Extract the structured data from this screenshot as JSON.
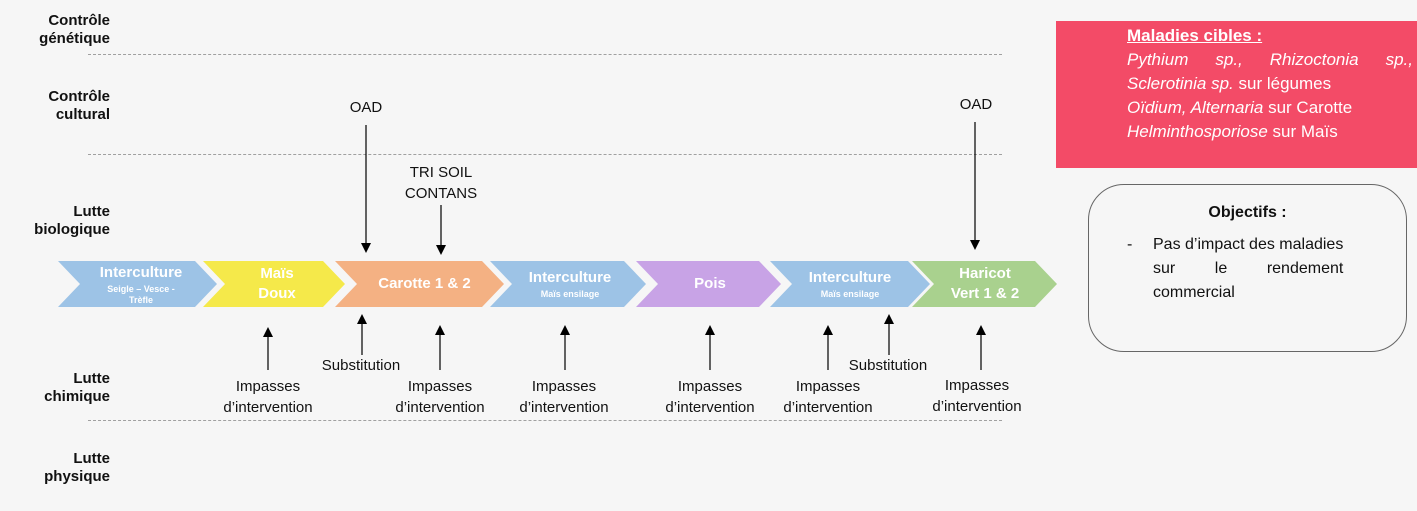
{
  "rows": [
    {
      "line1": "Contrôle",
      "line2": "génétique"
    },
    {
      "line1": "Contrôle",
      "line2": "cultural"
    },
    {
      "line1": "Lutte",
      "line2": "biologique"
    },
    {
      "line1": "Lutte",
      "line2": "chimique"
    },
    {
      "line1": "Lutte",
      "line2": "physique"
    }
  ],
  "colors": {
    "interculture": "#9dc3e6",
    "mais_doux": "#f5e94a",
    "carotte": "#f4b183",
    "pois": "#c8a3e6",
    "haricot": "#a9d18e",
    "maladies_bg": "#f34b67"
  },
  "chevrons": [
    {
      "main": "Interculture",
      "sub1": "Seigle – Vesce -",
      "sub2": "Trèfle",
      "color": "#9dc3e6"
    },
    {
      "main": "Maïs",
      "main2": "Doux",
      "color": "#f5e94a"
    },
    {
      "main": "Carotte 1 & 2",
      "color": "#f4b183"
    },
    {
      "main": "Interculture",
      "sub1": "Maïs ensilage",
      "color": "#9dc3e6"
    },
    {
      "main": "Pois",
      "color": "#c8a3e6"
    },
    {
      "main": "Interculture",
      "sub1": "Maïs ensilage",
      "color": "#9dc3e6"
    },
    {
      "main": "Haricot",
      "main2": "Vert 1 & 2",
      "color": "#a9d18e"
    }
  ],
  "top_labels": {
    "oad_left": "OAD",
    "oad_right": "OAD",
    "tri_line1": "TRI SOIL",
    "tri_line2": "CONTANS"
  },
  "bottom_labels": {
    "impasses_line1": "Impasses",
    "impasses_line2": "d’intervention",
    "substitution": "Substitution"
  },
  "maladies": {
    "title": "Maladies cibles :",
    "l1_a": "Pythium sp.,",
    "l1_b": "Rhizoctonia",
    "l1_c": "sp.,",
    "l2_a": "Sclerotinia sp.",
    "l2_b": " sur légumes",
    "l3_a": "Oïdium, Alternaria",
    "l3_b": " sur Carotte",
    "l4_a": "Helminthosporiose",
    "l4_b": " sur Maïs"
  },
  "objectifs": {
    "title": "Objectifs :",
    "dash": "-",
    "line1": "Pas d’impact des maladies",
    "line2": "sur le rendement",
    "line3": "commercial"
  }
}
